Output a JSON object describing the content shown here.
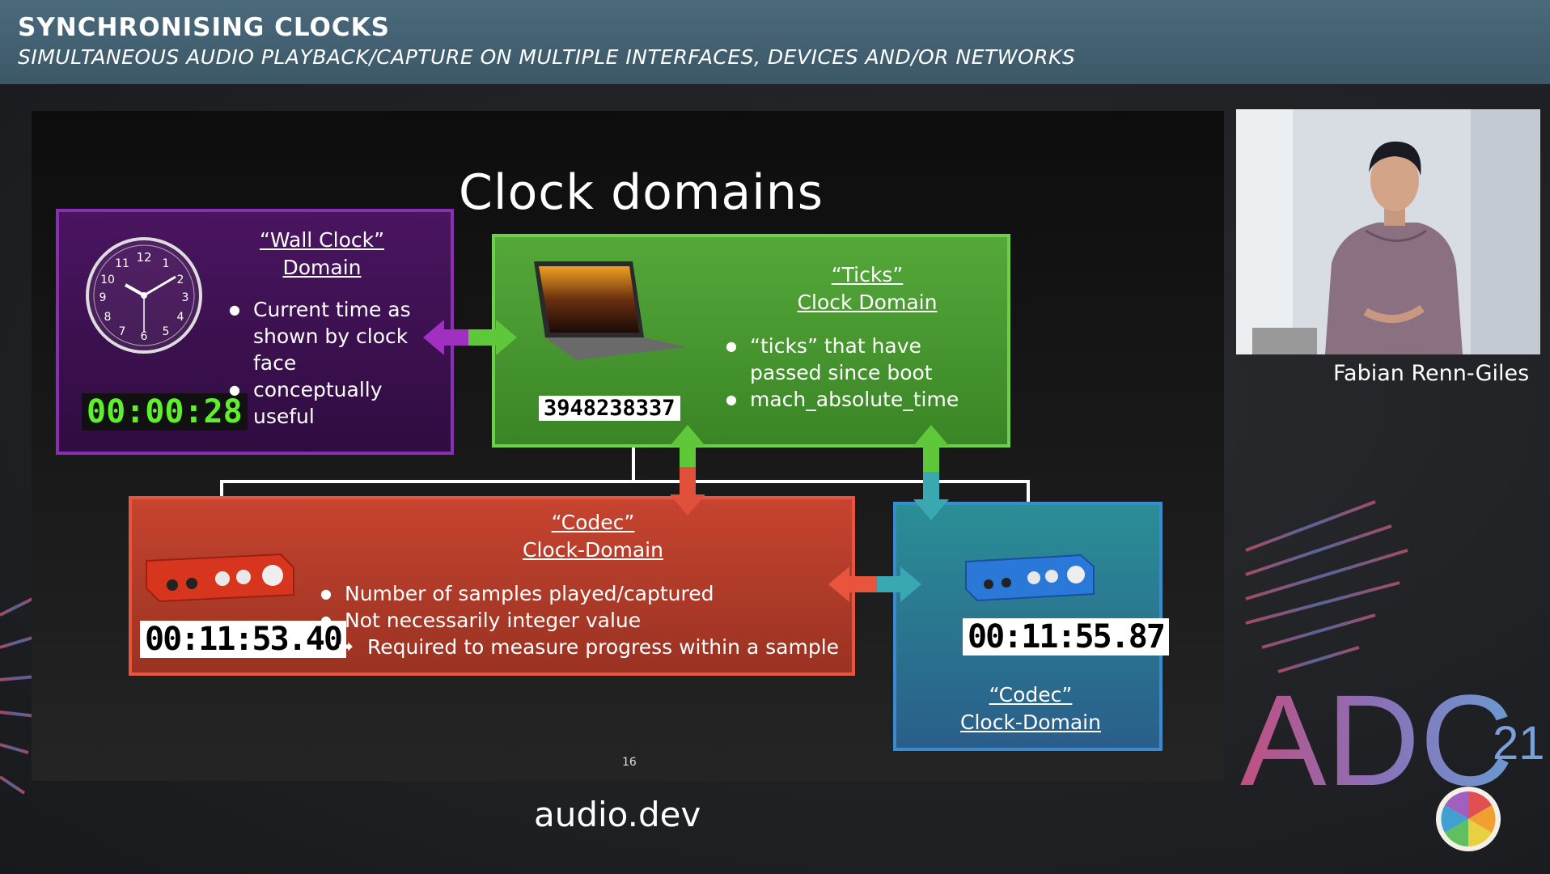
{
  "header": {
    "title": "SYNCHRONISING CLOCKS",
    "subtitle": "SIMULTANEOUS AUDIO PLAYBACK/CAPTURE ON MULTIPLE INTERFACES, DEVICES AND/OR NETWORKS"
  },
  "slide": {
    "title": "Clock domains",
    "page_number": "16",
    "wall_clock": {
      "title_line1": "“Wall Clock”",
      "title_line2": "Domain",
      "bullets": [
        "Current time as shown by clock face",
        "conceptually useful"
      ],
      "time_display": "00:00:28",
      "clock_numbers": [
        "12",
        "1",
        "2",
        "3",
        "4",
        "5",
        "6",
        "7",
        "8",
        "9",
        "10",
        "11"
      ]
    },
    "ticks": {
      "title_line1": "“Ticks”",
      "title_line2": "Clock Domain",
      "bullets": [
        "“ticks” that have passed since boot",
        "mach_absolute_time"
      ],
      "counter": "3948238337"
    },
    "codec_red": {
      "title_line1": "“Codec”",
      "title_line2": "Clock-Domain",
      "bullets": [
        "Number of samples played/captured",
        "Not necessarily integer value"
      ],
      "sub_bullet": "Required to measure progress within a sample",
      "counter": "00:11:53.40"
    },
    "codec_blue": {
      "title_line1": "“Codec”",
      "title_line2": "Clock-Domain",
      "counter": "00:11:55.87"
    },
    "colors": {
      "wall_clock": "#8a2fb4",
      "ticks": "#6ed04a",
      "codec_red": "#e8553c",
      "codec_blue": "#3a8ad0"
    }
  },
  "speaker": {
    "name": "Fabian Renn-Giles"
  },
  "branding": {
    "logo_text": "ADC",
    "logo_year": "21",
    "site": "audio.dev"
  }
}
